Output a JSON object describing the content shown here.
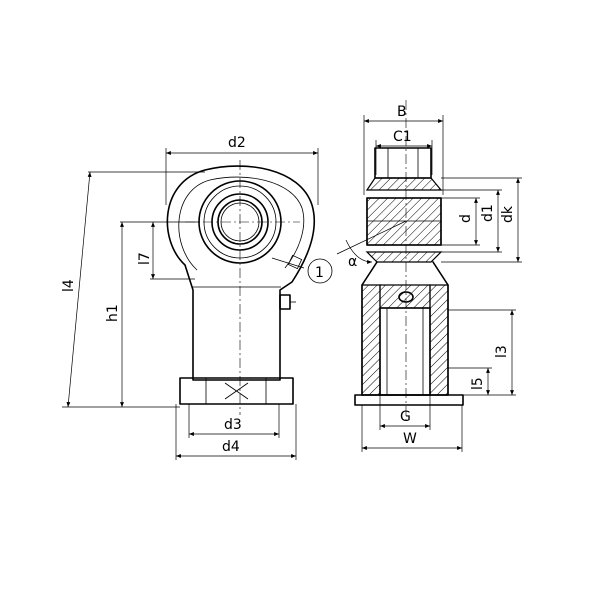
{
  "labels": {
    "d2": "d2",
    "l4": "l4",
    "l7": "l7",
    "h1": "h1",
    "callout": "1",
    "d3": "d3",
    "d4": "d4",
    "B": "B",
    "C1": "C1",
    "d": "d",
    "d1": "d1",
    "dk": "dk",
    "alpha": "α",
    "l3": "l3",
    "l5": "l5",
    "G": "G",
    "W": "W"
  }
}
